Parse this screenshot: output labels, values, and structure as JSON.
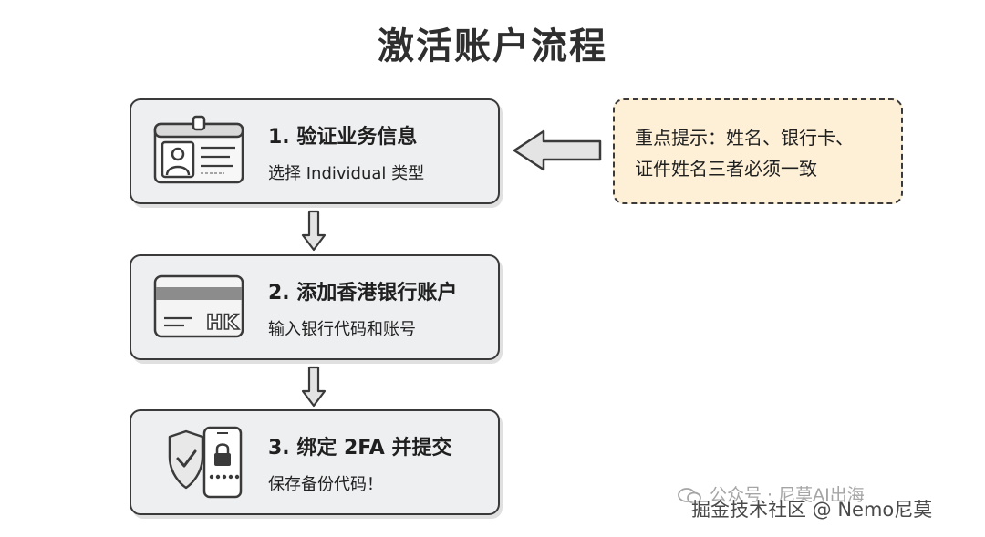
{
  "title": "激活账户流程",
  "steps": [
    {
      "title": "1. 验证业务信息",
      "subtitle": "选择 Individual 类型",
      "icon": "id-card-icon"
    },
    {
      "title": "2. 添加香港银行账户",
      "subtitle": "输入银行代码和账号",
      "icon": "bank-card-icon",
      "card_label": "HK"
    },
    {
      "title": "3. 绑定 2FA 并提交",
      "subtitle": "保存备份代码！",
      "icon": "phone-lock-shield-icon"
    }
  ],
  "tip": {
    "line1": "重点提示：姓名、银行卡、",
    "line2": "证件姓名三者必须一致"
  },
  "watermark": {
    "line1": "公众号 · 尼莫AI出海",
    "line2": "掘金技术社区 @ Nemo尼莫"
  },
  "colors": {
    "step_fill": "#eeeff1",
    "tip_fill": "#fdf0d7",
    "outline": "#3a3a3a",
    "arrow_fill": "#e4e4e4"
  }
}
